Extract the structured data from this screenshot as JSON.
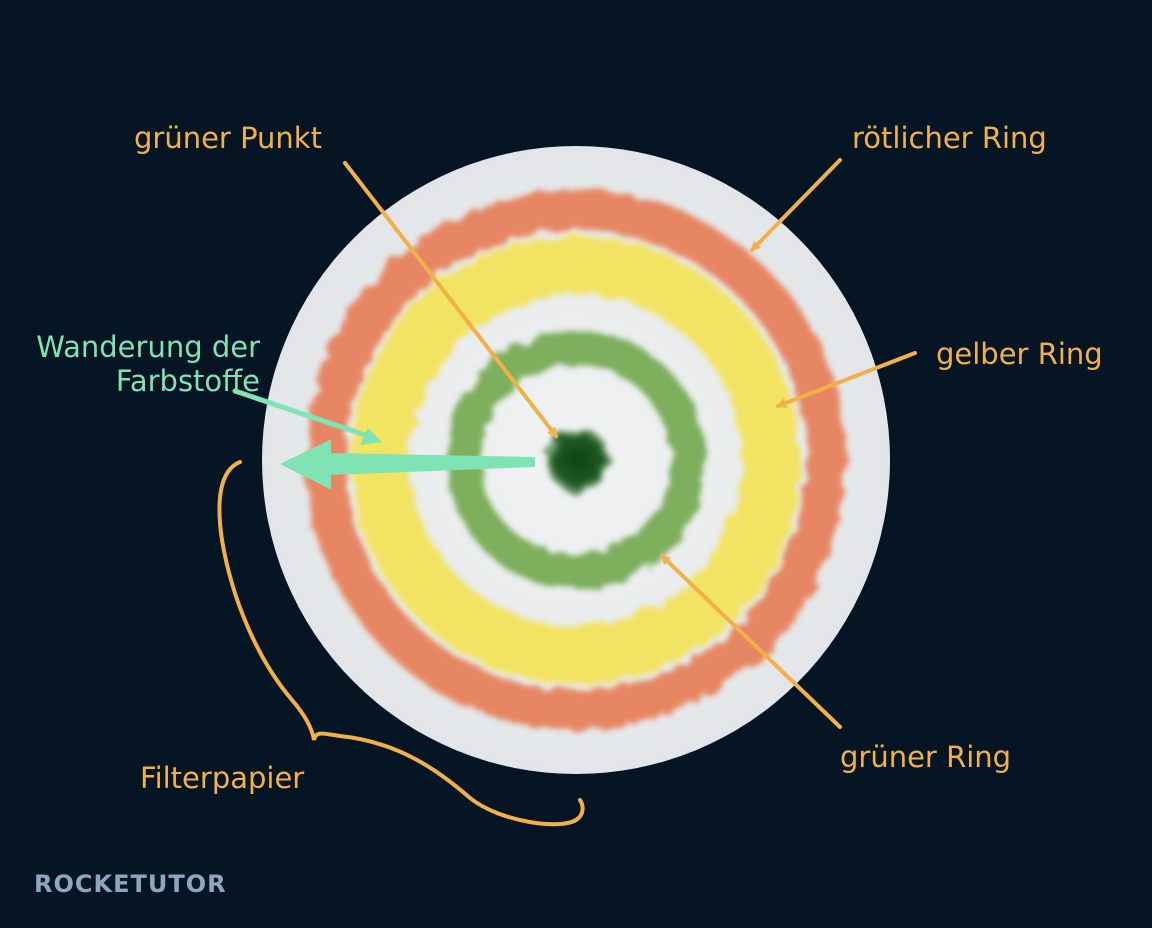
{
  "labels": {
    "gruener_punkt": "grüner Punkt",
    "roetlicher_ring": "rötlicher Ring",
    "wanderung": "Wanderung der Farbstoffe",
    "gelber_ring": "gelber Ring",
    "filterpapier": "Filterpapier",
    "gruener_ring": "grüner Ring"
  },
  "brand": "ROCKETUTOR",
  "colors": {
    "background": "#061524",
    "annotation": "#f2b04a",
    "migration_arrow": "#7fe3b4",
    "paper": "#eef0f2",
    "red_ring": "#e8744a",
    "yellow_ring": "#f4e24a",
    "green_ring": "#6aa342",
    "green_dot": "#1f5a23"
  }
}
